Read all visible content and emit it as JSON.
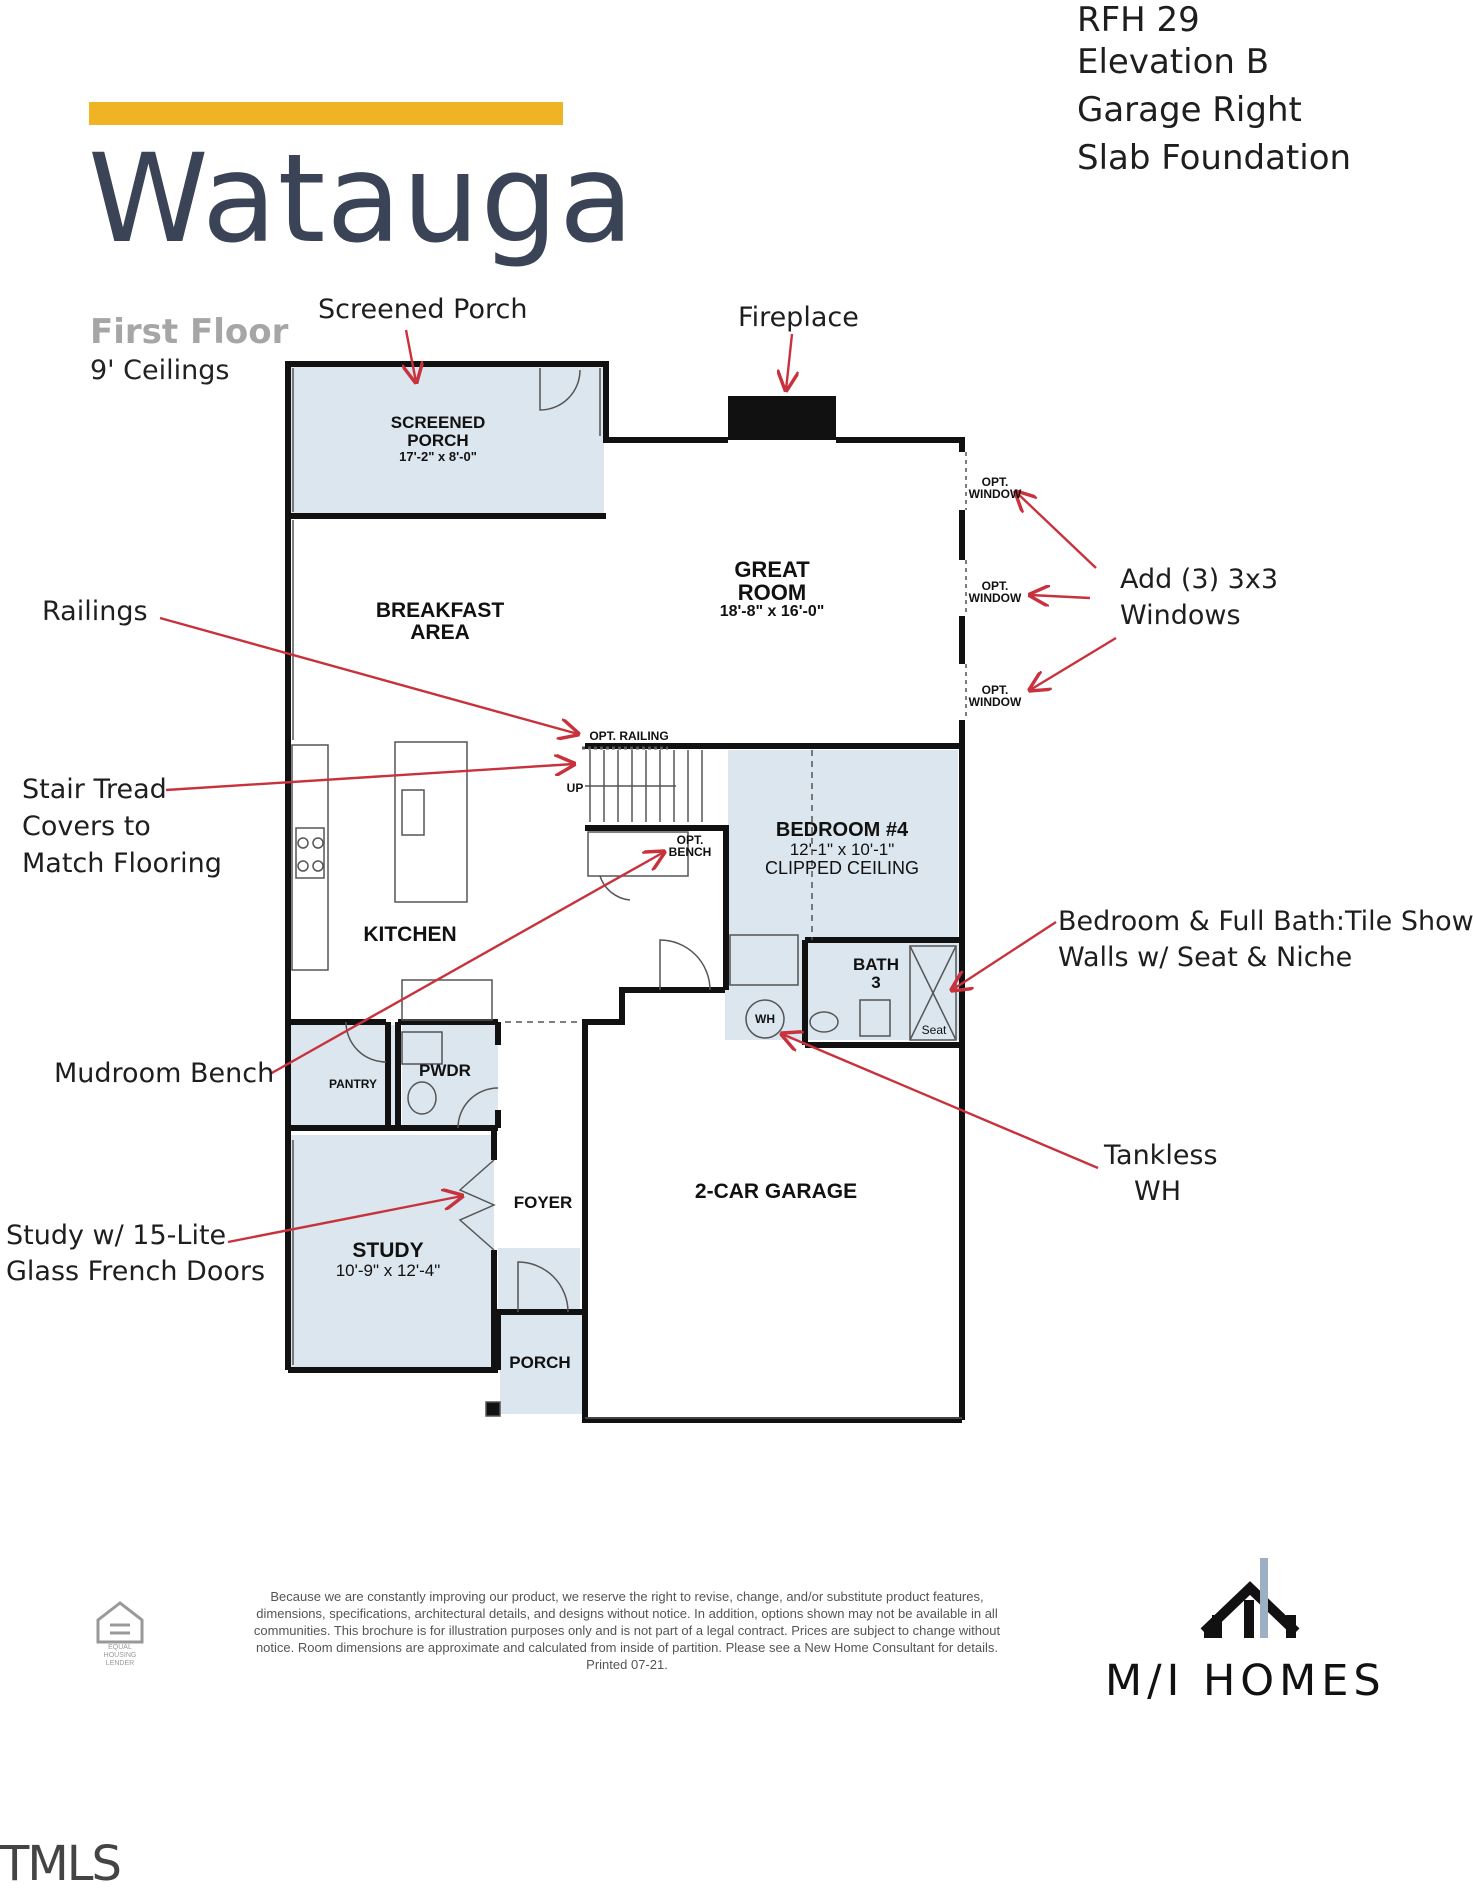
{
  "header": {
    "plan_code": "RFH 29",
    "elevation": "Elevation B",
    "garage": "Garage Right",
    "foundation": "Slab Foundation"
  },
  "title": "Watauga",
  "floor": {
    "label": "First Floor",
    "ceilings": "9' Ceilings"
  },
  "annotations": {
    "screened_porch": "Screened Porch",
    "fireplace": "Fireplace",
    "railings": "Railings",
    "windows_line1": "Add (3) 3x3",
    "windows_line2": "Windows",
    "stair_line1": "Stair Tread",
    "stair_line2": "Covers to",
    "stair_line3": "Match Flooring",
    "bath_line1": "Bedroom & Full Bath:Tile Shower",
    "bath_line2": "Walls w/ Seat & Niche",
    "mudroom": "Mudroom Bench",
    "tankless_line1": "Tankless",
    "tankless_line2": "WH",
    "study_line1": "Study w/ 15-Lite",
    "study_line2": "Glass French Doors"
  },
  "rooms": {
    "screened_porch_l1": "SCREENED",
    "screened_porch_l2": "PORCH",
    "screened_porch_dim": "17'-2\" x 8'-0\"",
    "great_room_l1": "GREAT",
    "great_room_l2": "ROOM",
    "great_room_dim": "18'-8\" x 16'-0\"",
    "breakfast_l1": "BREAKFAST",
    "breakfast_l2": "AREA",
    "bedroom": "BEDROOM #4",
    "bedroom_dim": "12'-1\" x 10'-1\"",
    "bedroom_note": "CLIPPED CEILING",
    "kitchen": "KITCHEN",
    "bath_l1": "BATH",
    "bath_l2": "3",
    "pantry": "PANTRY",
    "pwdr": "PWDR",
    "foyer": "FOYER",
    "garage": "2-CAR GARAGE",
    "study": "STUDY",
    "study_dim": "10'-9\" x 12'-4\"",
    "porch": "PORCH",
    "wh": "WH",
    "seat": "Seat",
    "up": "UP",
    "opt_railing": "OPT. RAILING",
    "opt_bench_l1": "OPT.",
    "opt_bench_l2": "BENCH",
    "opt_window_l1": "OPT.",
    "opt_window_l2": "WINDOW"
  },
  "footer": {
    "disclaimer": "Because we are constantly improving our product, we reserve the right to revise, change, and/or substitute product features, dimensions, specifications, architectural details, and designs without notice. In addition, options shown may not be available in all communities. This brochure is for illustration purposes only and is not part of a legal contract. Prices are subject to change without notice. Room dimensions are approximate and calculated from inside of partition. Please see a New Home Consultant for details. Printed 07-21.",
    "brand": "M/I HOMES",
    "eho_text": "EQUAL HOUSING LENDER",
    "watermark": "TMLS"
  },
  "colors": {
    "accent_bar": "#f0b323",
    "title": "#3b4457",
    "room_fill": "#dce6ee",
    "wall": "#111111",
    "arrow": "#c8323c"
  }
}
